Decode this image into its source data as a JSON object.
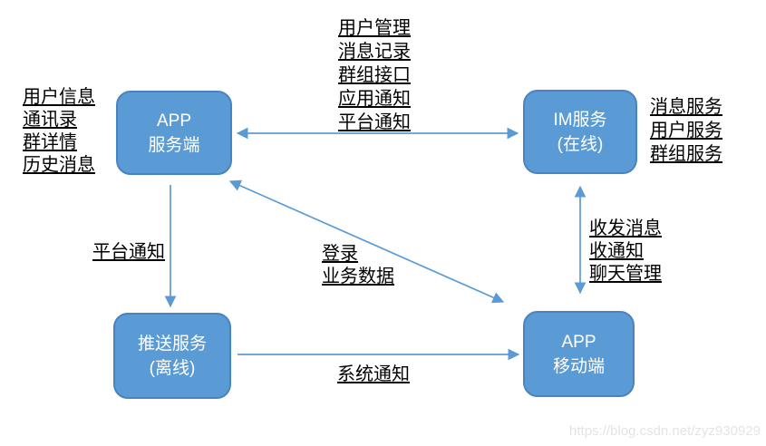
{
  "diagram": {
    "colors": {
      "box_fill": "#5B9BD5",
      "box_border": "#4A84C0",
      "arrow": "#5B9BD5",
      "label_text": "#000000",
      "watermark": "#e4e4e4"
    },
    "boxes": {
      "app_server": {
        "line1": "APP",
        "line2": "服务端"
      },
      "im_service": {
        "line1": "IM服务",
        "line2": "(在线)"
      },
      "push_service": {
        "line1": "推送服务",
        "line2": "(离线)"
      },
      "app_mobile": {
        "line1": "APP",
        "line2": "移动端"
      }
    },
    "label_groups": {
      "left": [
        "用户信息",
        "通讯录",
        "群详情",
        "历史消息"
      ],
      "top_center": [
        "用户管理",
        "消息记录",
        "群组接口",
        "应用通知",
        "平台通知"
      ],
      "right": [
        "消息服务",
        "用户服务",
        "群组服务"
      ],
      "right_middle": [
        "收发消息",
        "收通知",
        "聊天管理"
      ],
      "left_middle": [
        "平台通知"
      ],
      "center": [
        "登录",
        "业务数据"
      ],
      "bottom": [
        "系统通知"
      ]
    },
    "watermark": "https://blog.csdn.net/zyz930929"
  }
}
